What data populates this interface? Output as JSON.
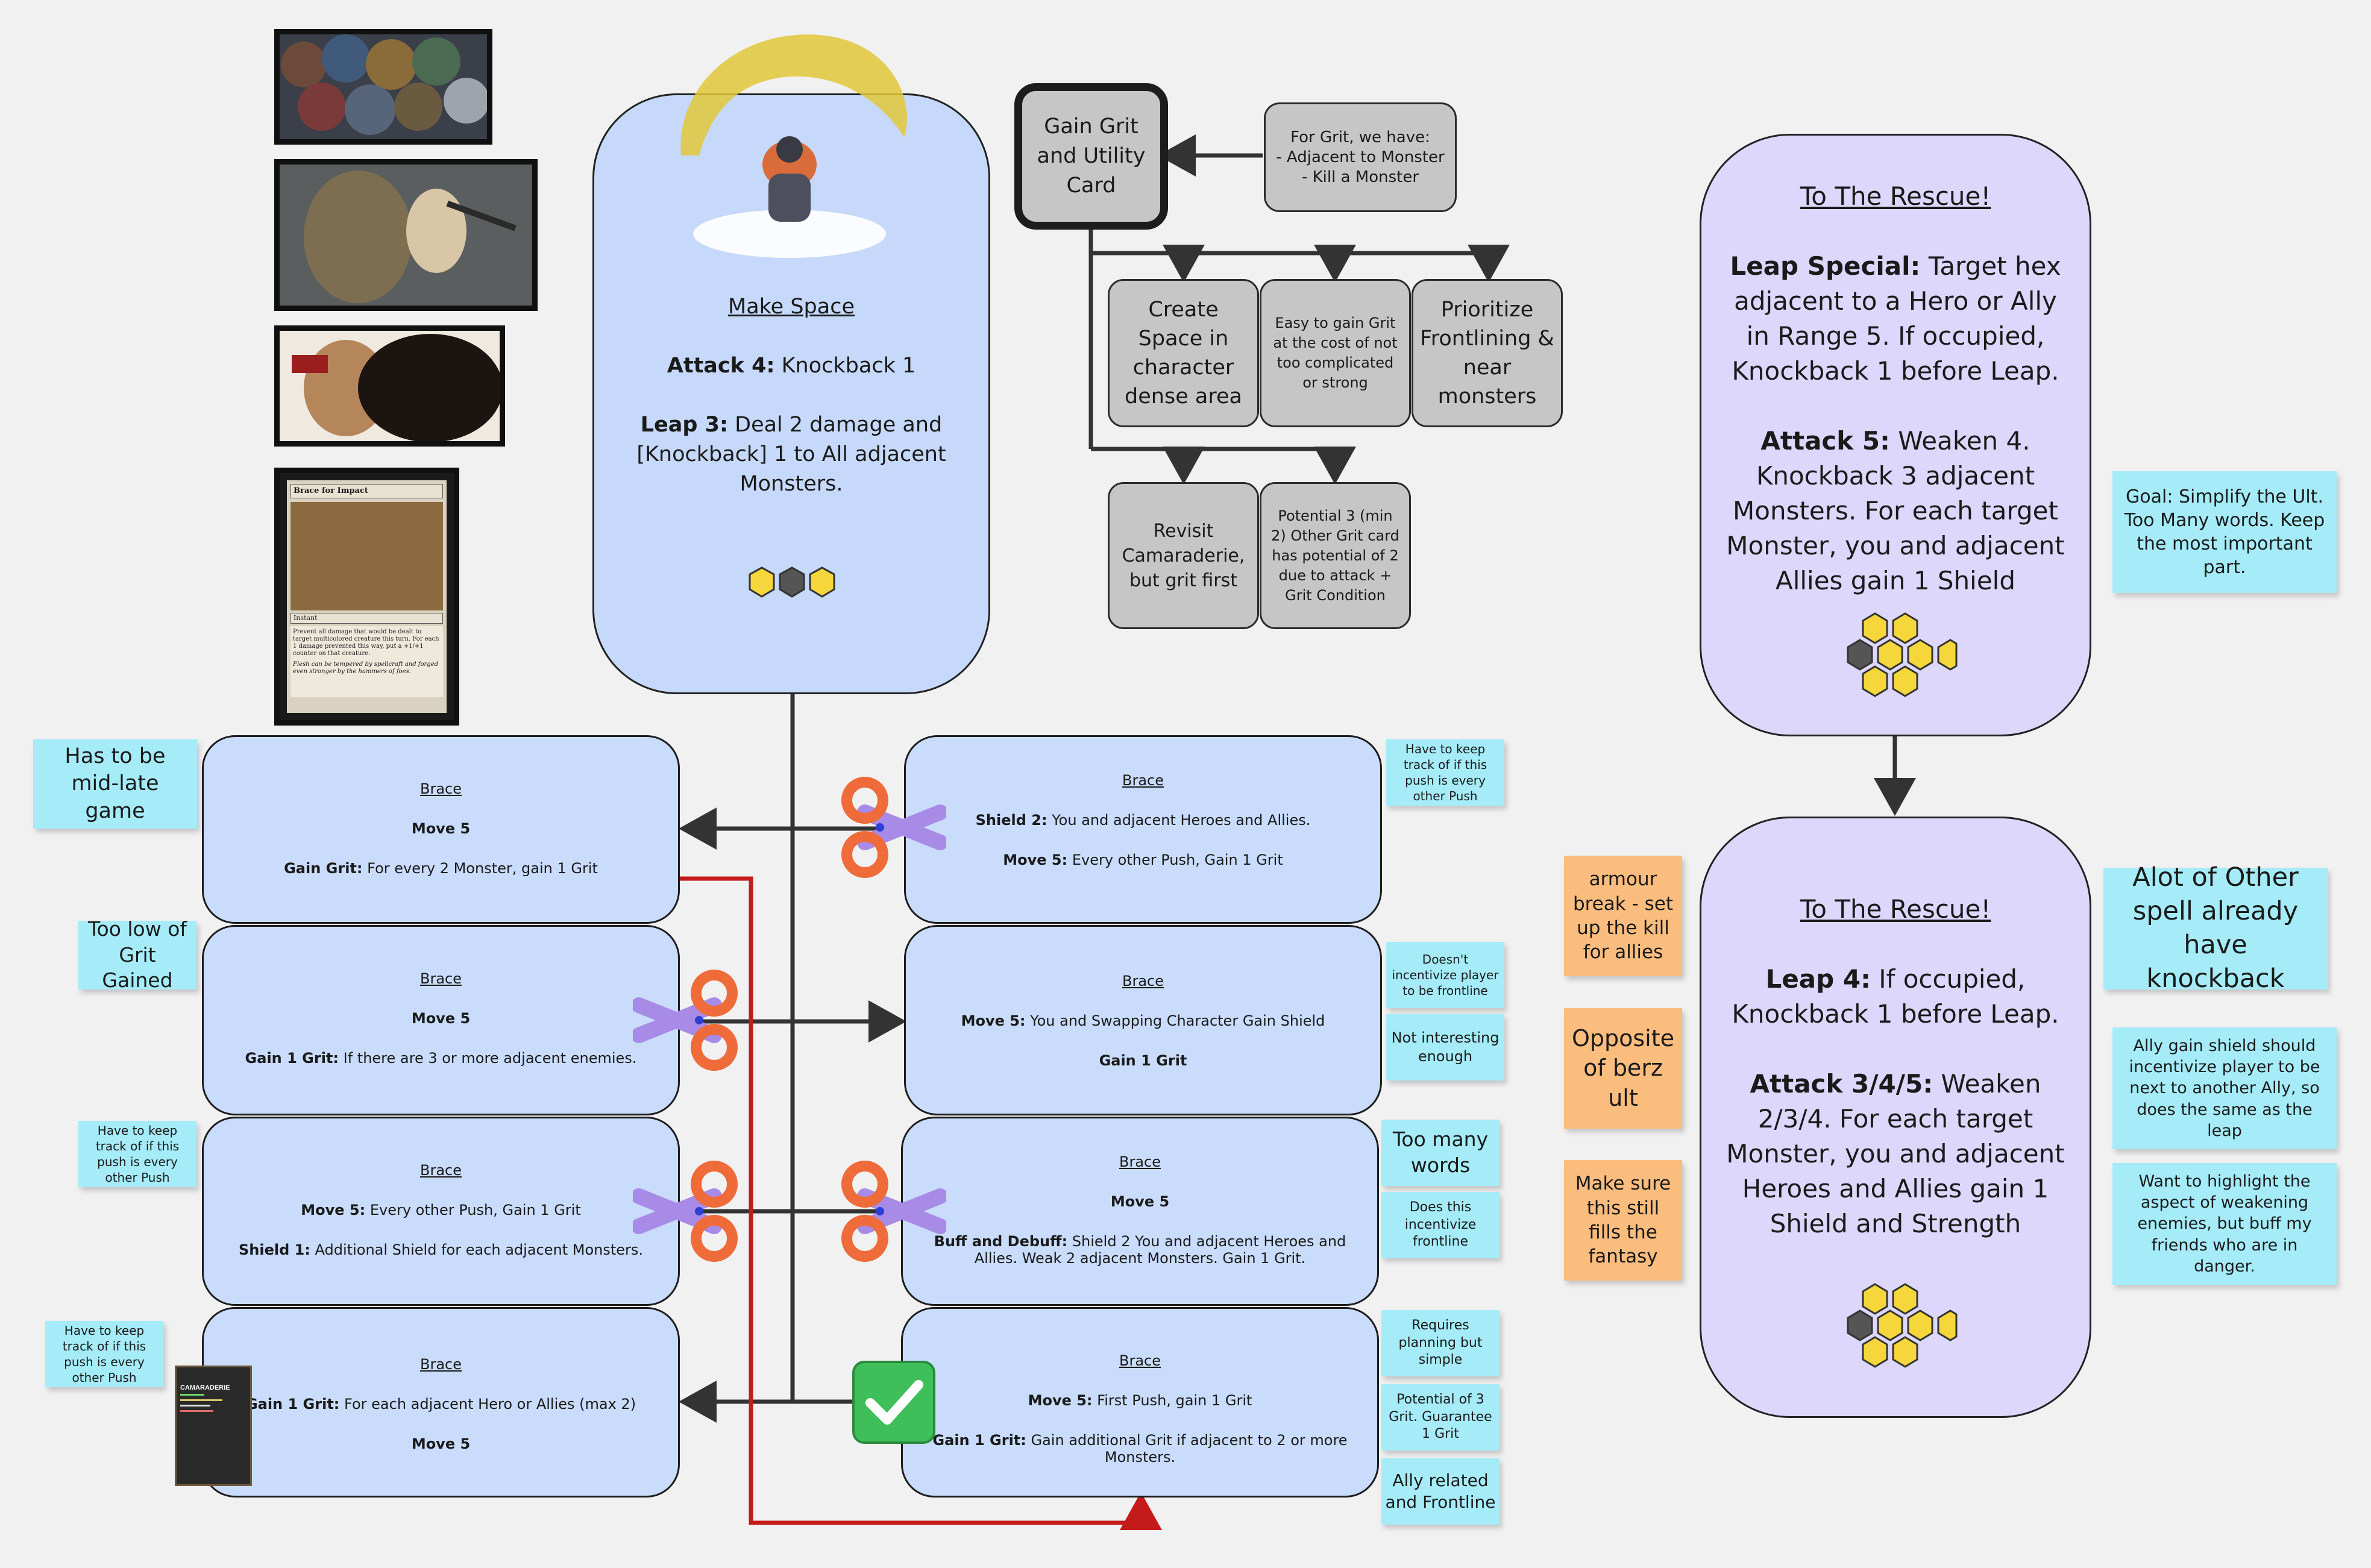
{
  "center_card": {
    "title": "Make Space",
    "attack_label": "Attack 4:",
    "attack_text": " Knockback 1",
    "leap_label": "Leap 3:",
    "leap_text": " Deal 2 damage and [Knockback] 1 to All adjacent Monsters."
  },
  "image_card_text": {
    "title": "Brace for Impact",
    "type": "Instant",
    "body": "Prevent all damage that would be dealt to target multicolored creature this turn. For each 1 damage prevented this way, put a +1/+1 counter on that creature.",
    "flavor": "Flesh can be tempered by spellcraft and forged even stronger by the hammers of foes."
  },
  "grit_flow": {
    "root": "Gain Grit and Utility Card",
    "sources_note": "For Grit, we have:\n- Adjacent to Monster\n- Kill a Monster",
    "nodes": [
      "Create Space in character dense area",
      "Easy to gain Grit at the cost of not too complicated or strong",
      "Prioritize Frontlining & near monsters",
      "Revisit Camaraderie, but grit first",
      "Potential 3 (min 2) Other Grit card has potential of 2 due to attack + Grit Condition"
    ]
  },
  "left_cards": [
    {
      "title": "Brace",
      "lines": [
        {
          "label": "Move 5",
          "text": ""
        },
        {
          "label": "Gain Grit:",
          "text": " For every 2 Monster, gain 1 Grit"
        }
      ]
    },
    {
      "title": "Brace",
      "lines": [
        {
          "label": "Move 5",
          "text": ""
        },
        {
          "label": "Gain 1 Grit:",
          "text": " If there are 3 or more adjacent enemies."
        }
      ]
    },
    {
      "title": "Brace",
      "lines": [
        {
          "label": "Move 5:",
          "text": " Every other Push, Gain 1 Grit"
        },
        {
          "label": "Shield 1:",
          "text": " Additional Shield for each adjacent Monsters."
        }
      ]
    },
    {
      "title": "Brace",
      "lines": [
        {
          "label": "Gain 1 Grit:",
          "text": " For each adjacent Hero or Allies (max 2)"
        },
        {
          "label": "Move 5",
          "text": ""
        }
      ]
    }
  ],
  "right_cards": [
    {
      "title": "Brace",
      "lines": [
        {
          "label": "Shield 2:",
          "text": " You and adjacent Heroes and Allies."
        },
        {
          "label": "Move 5:",
          "text": " Every other Push, Gain 1 Grit"
        }
      ]
    },
    {
      "title": "Brace",
      "lines": [
        {
          "label": "Move 5:",
          "text": " You and Swapping Character Gain Shield"
        },
        {
          "label": "Gain 1 Grit",
          "text": ""
        }
      ]
    },
    {
      "title": "Brace",
      "lines": [
        {
          "label": "Move 5",
          "text": ""
        },
        {
          "label": "Buff and Debuff:",
          "text": " Shield 2 You and adjacent Heroes and Allies. Weak 2 adjacent Monsters. Gain 1 Grit."
        }
      ]
    },
    {
      "title": "Brace",
      "lines": [
        {
          "label": "Move 5:",
          "text": " First Push, gain 1 Grit"
        },
        {
          "label": "Gain 1 Grit:",
          "text": " Gain additional Grit if adjacent to 2 or more Monsters."
        }
      ]
    }
  ],
  "rescue_top": {
    "title": "To The Rescue!",
    "leap_label": "Leap Special:",
    "leap_text": " Target hex adjacent to a Hero or Ally in Range 5. If occupied, Knockback 1 before Leap.",
    "attack_label": "Attack 5:",
    "attack_text": " Weaken 4. Knockback 3 adjacent Monsters. For each target Monster, you and adjacent Allies gain 1 Shield"
  },
  "rescue_bottom": {
    "title": "To The Rescue!",
    "leap_label": "Leap 4:",
    "leap_text": " If occupied, Knockback 1 before Leap.",
    "attack_label": "Attack 3/4/5:",
    "attack_text": " Weaken 2/3/4. For each target Monster, you and adjacent Heroes and Allies gain 1 Shield and Strength"
  },
  "camaraderie_card": {
    "title": "CAMARADERIE"
  },
  "stickies": {
    "mid_late": "Has to be mid-late game",
    "too_low": "Too low of Grit Gained",
    "track_left": "Have to keep track of if this push is every other Push",
    "track_left2": "Have to keep track of if this push is every other Push",
    "track_right": "Have to keep track of if this push is every other Push",
    "doesnt_incentivize": "Doesn't incentivize player to be frontline",
    "not_interesting": "Not interesting enough",
    "too_many_words": "Too many words",
    "does_incentivize": "Does this incentivize frontline",
    "requires_planning": "Requires planning but simple",
    "potential_3": "Potential of 3 Grit. Guarantee 1 Grit",
    "ally_related": "Ally related and Frontline",
    "goal_simplify": "Goal: Simplify the Ult. Too Many words. Keep the most important part.",
    "armour_break": "armour break - set up the kill for allies",
    "opposite_berz": "Opposite of berz ult",
    "make_sure": "Make sure this still fills the fantasy",
    "alot_other": "Alot of Other spell already have knockback",
    "ally_gain_shield": "Ally gain shield should incentivize player to be next to another Ally, so does the same as the leap",
    "want_highlight": "Want to highlight the aspect of weakening enemies, but buff my friends who are in danger."
  },
  "colors": {
    "card_blue": "#c9dcfb",
    "card_purple": "#dcd7fb",
    "node_grey": "#c6c6c6",
    "sticky_cyan": "#a5ecf8",
    "sticky_orange": "#fbbd7e",
    "arrow_red": "#c41a1a",
    "hex_yellow": "#f5d63b",
    "hex_dark": "#555555",
    "scissor_orange": "#ef6b3a",
    "scissor_purple": "#a78be6",
    "check_green": "#3fbf5a"
  },
  "icons": [
    "scissors-icon",
    "checkmark-icon",
    "hexagon-icon",
    "arrow-icon"
  ]
}
